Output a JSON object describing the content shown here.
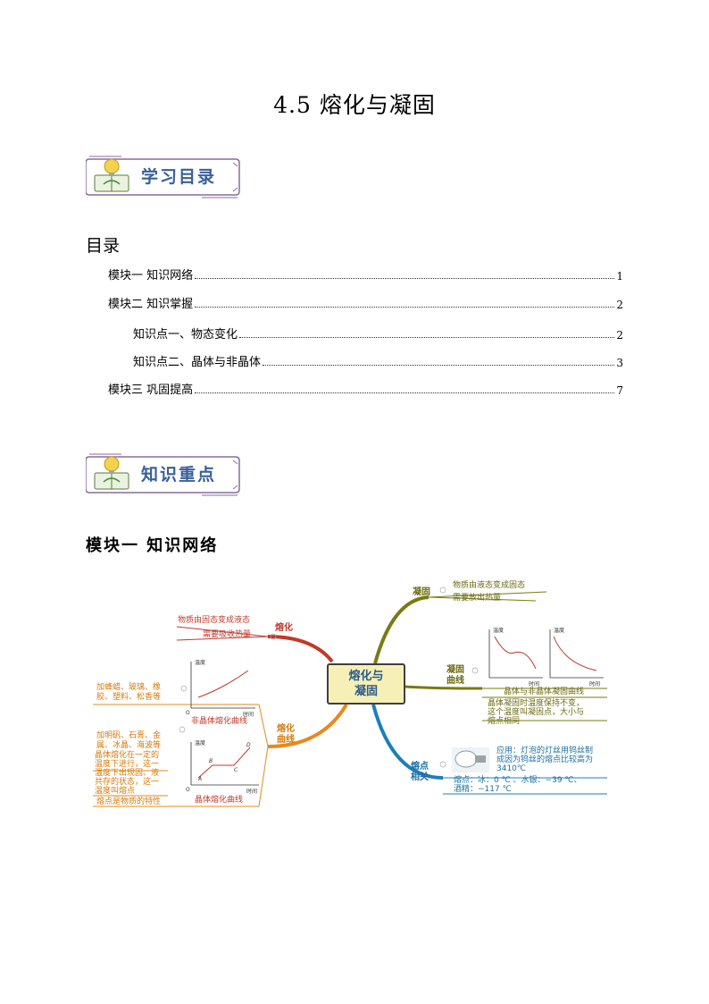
{
  "document": {
    "title": "4.5  熔化与凝固"
  },
  "banners": [
    {
      "label": "学习目录"
    },
    {
      "label": "知识重点"
    }
  ],
  "toc": {
    "heading": "目录",
    "entries": [
      {
        "label": "模块一  知识网络",
        "page": "1"
      },
      {
        "label": "模块二  知识掌握",
        "page": "2"
      },
      {
        "label": "知识点一、物态变化",
        "page": "2"
      },
      {
        "label": "知识点二、晶体与非晶体",
        "page": "3"
      },
      {
        "label": "模块三  巩固提高",
        "page": "7"
      }
    ]
  },
  "section": {
    "heading": "模块一  知识网络"
  },
  "mindmap": {
    "center": "熔化与凝固",
    "center_line2": "凝固",
    "center_line1": "熔化与",
    "branches": {
      "melting": {
        "label": "熔化",
        "items": [
          "物质由固态变成液态",
          "需要吸收热量"
        ]
      },
      "melting_curve": {
        "label_line1": "熔化",
        "label_line2": "曲线",
        "amorphous_examples": "加蜂蜡、玻璃、橡\n胶、塑料、松香等",
        "amorphous_caption": "非晶体熔化曲线",
        "crystal_examples": "加明矾、石膏、金\n属、冰晶、海波等",
        "crystal_desc": "晶体熔化在一定的\n温度下进行，这一\n温度下出现固、液\n共存的状态，这一\n温度叫熔点",
        "crystal_caption": "晶体熔化曲线",
        "melting_point_note": "熔点是物质的特性"
      },
      "solidify": {
        "label": "凝固",
        "items": [
          "物质由液态变成固态",
          "需要放出热量"
        ]
      },
      "solidify_curve": {
        "label_line1": "凝固",
        "label_line2": "曲线",
        "caption": "晶体与非晶体凝固曲线",
        "desc": "晶体凝固时温度保持不变，\n这个温度叫凝固点，大小与\n熔点相同"
      },
      "melting_point": {
        "label_line1": "熔点",
        "label_line2": "相关",
        "application": "应用：灯泡的灯丝用钨丝制\n成因为钨丝的熔点比较高为\n3410℃",
        "values": "熔点：冰：0 ℃ 、水银：−39 ℃、\n酒精：−117 ℃"
      }
    },
    "chart_axis": {
      "y": "温度",
      "x": "时间",
      "origin": "O"
    },
    "crystal_points": [
      "A",
      "B",
      "C",
      "D"
    ]
  },
  "colors": {
    "title_blue": "#3a5f9a",
    "melting": "#c0392b",
    "curve": "#d97a0a",
    "solidify": "#6b6a12",
    "point": "#1d6fa3"
  }
}
